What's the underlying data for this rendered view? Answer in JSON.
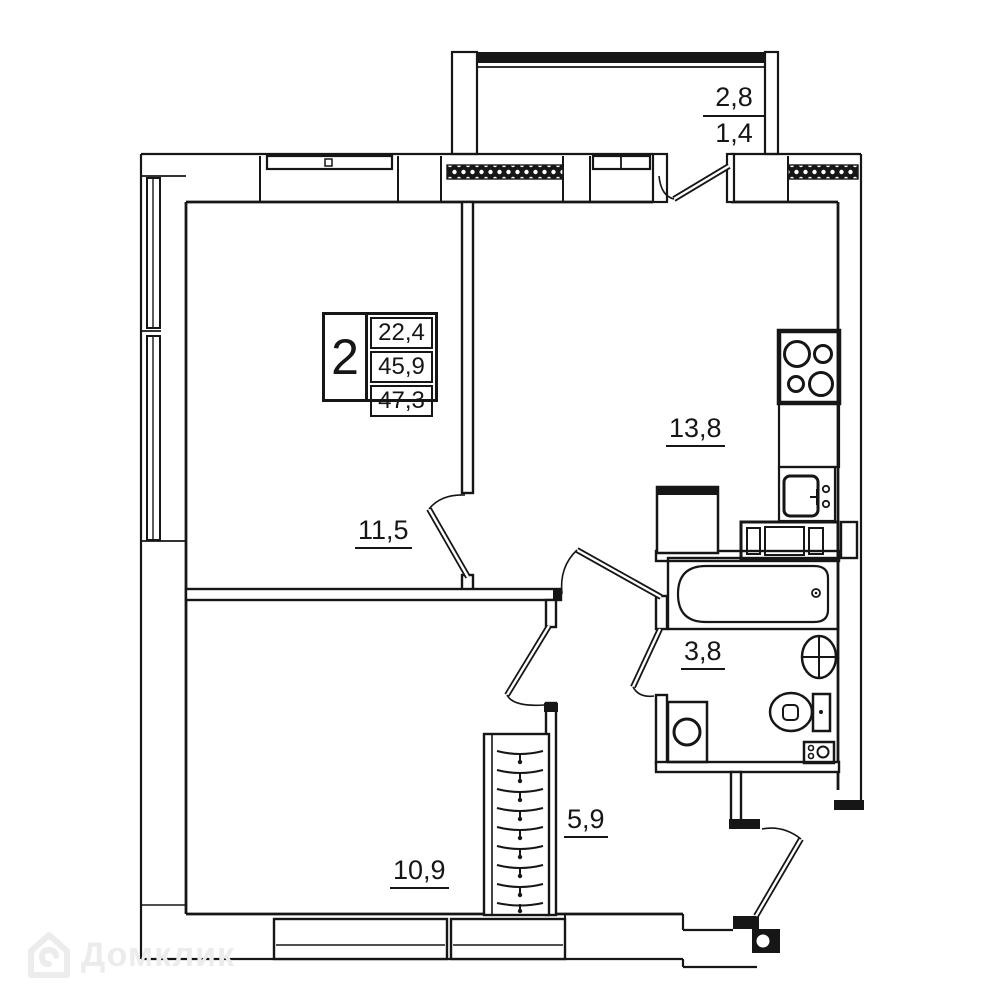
{
  "title": "2-room apartment floor plan",
  "stamp": {
    "rooms": "2",
    "living_area": "22,4",
    "area_no_balcony": "45,9",
    "total_area": "47,3"
  },
  "labels": {
    "balcony_numerator": "2,8",
    "balcony_denominator": "1,4",
    "room1": "11,5",
    "kitchen": "13,8",
    "bathroom": "3,8",
    "hallway": "5,9",
    "room2": "10,9"
  },
  "watermark": {
    "text": "Домклик"
  },
  "colors": {
    "line": "#161616",
    "background": "#ffffff",
    "watermark": "#ececec"
  }
}
